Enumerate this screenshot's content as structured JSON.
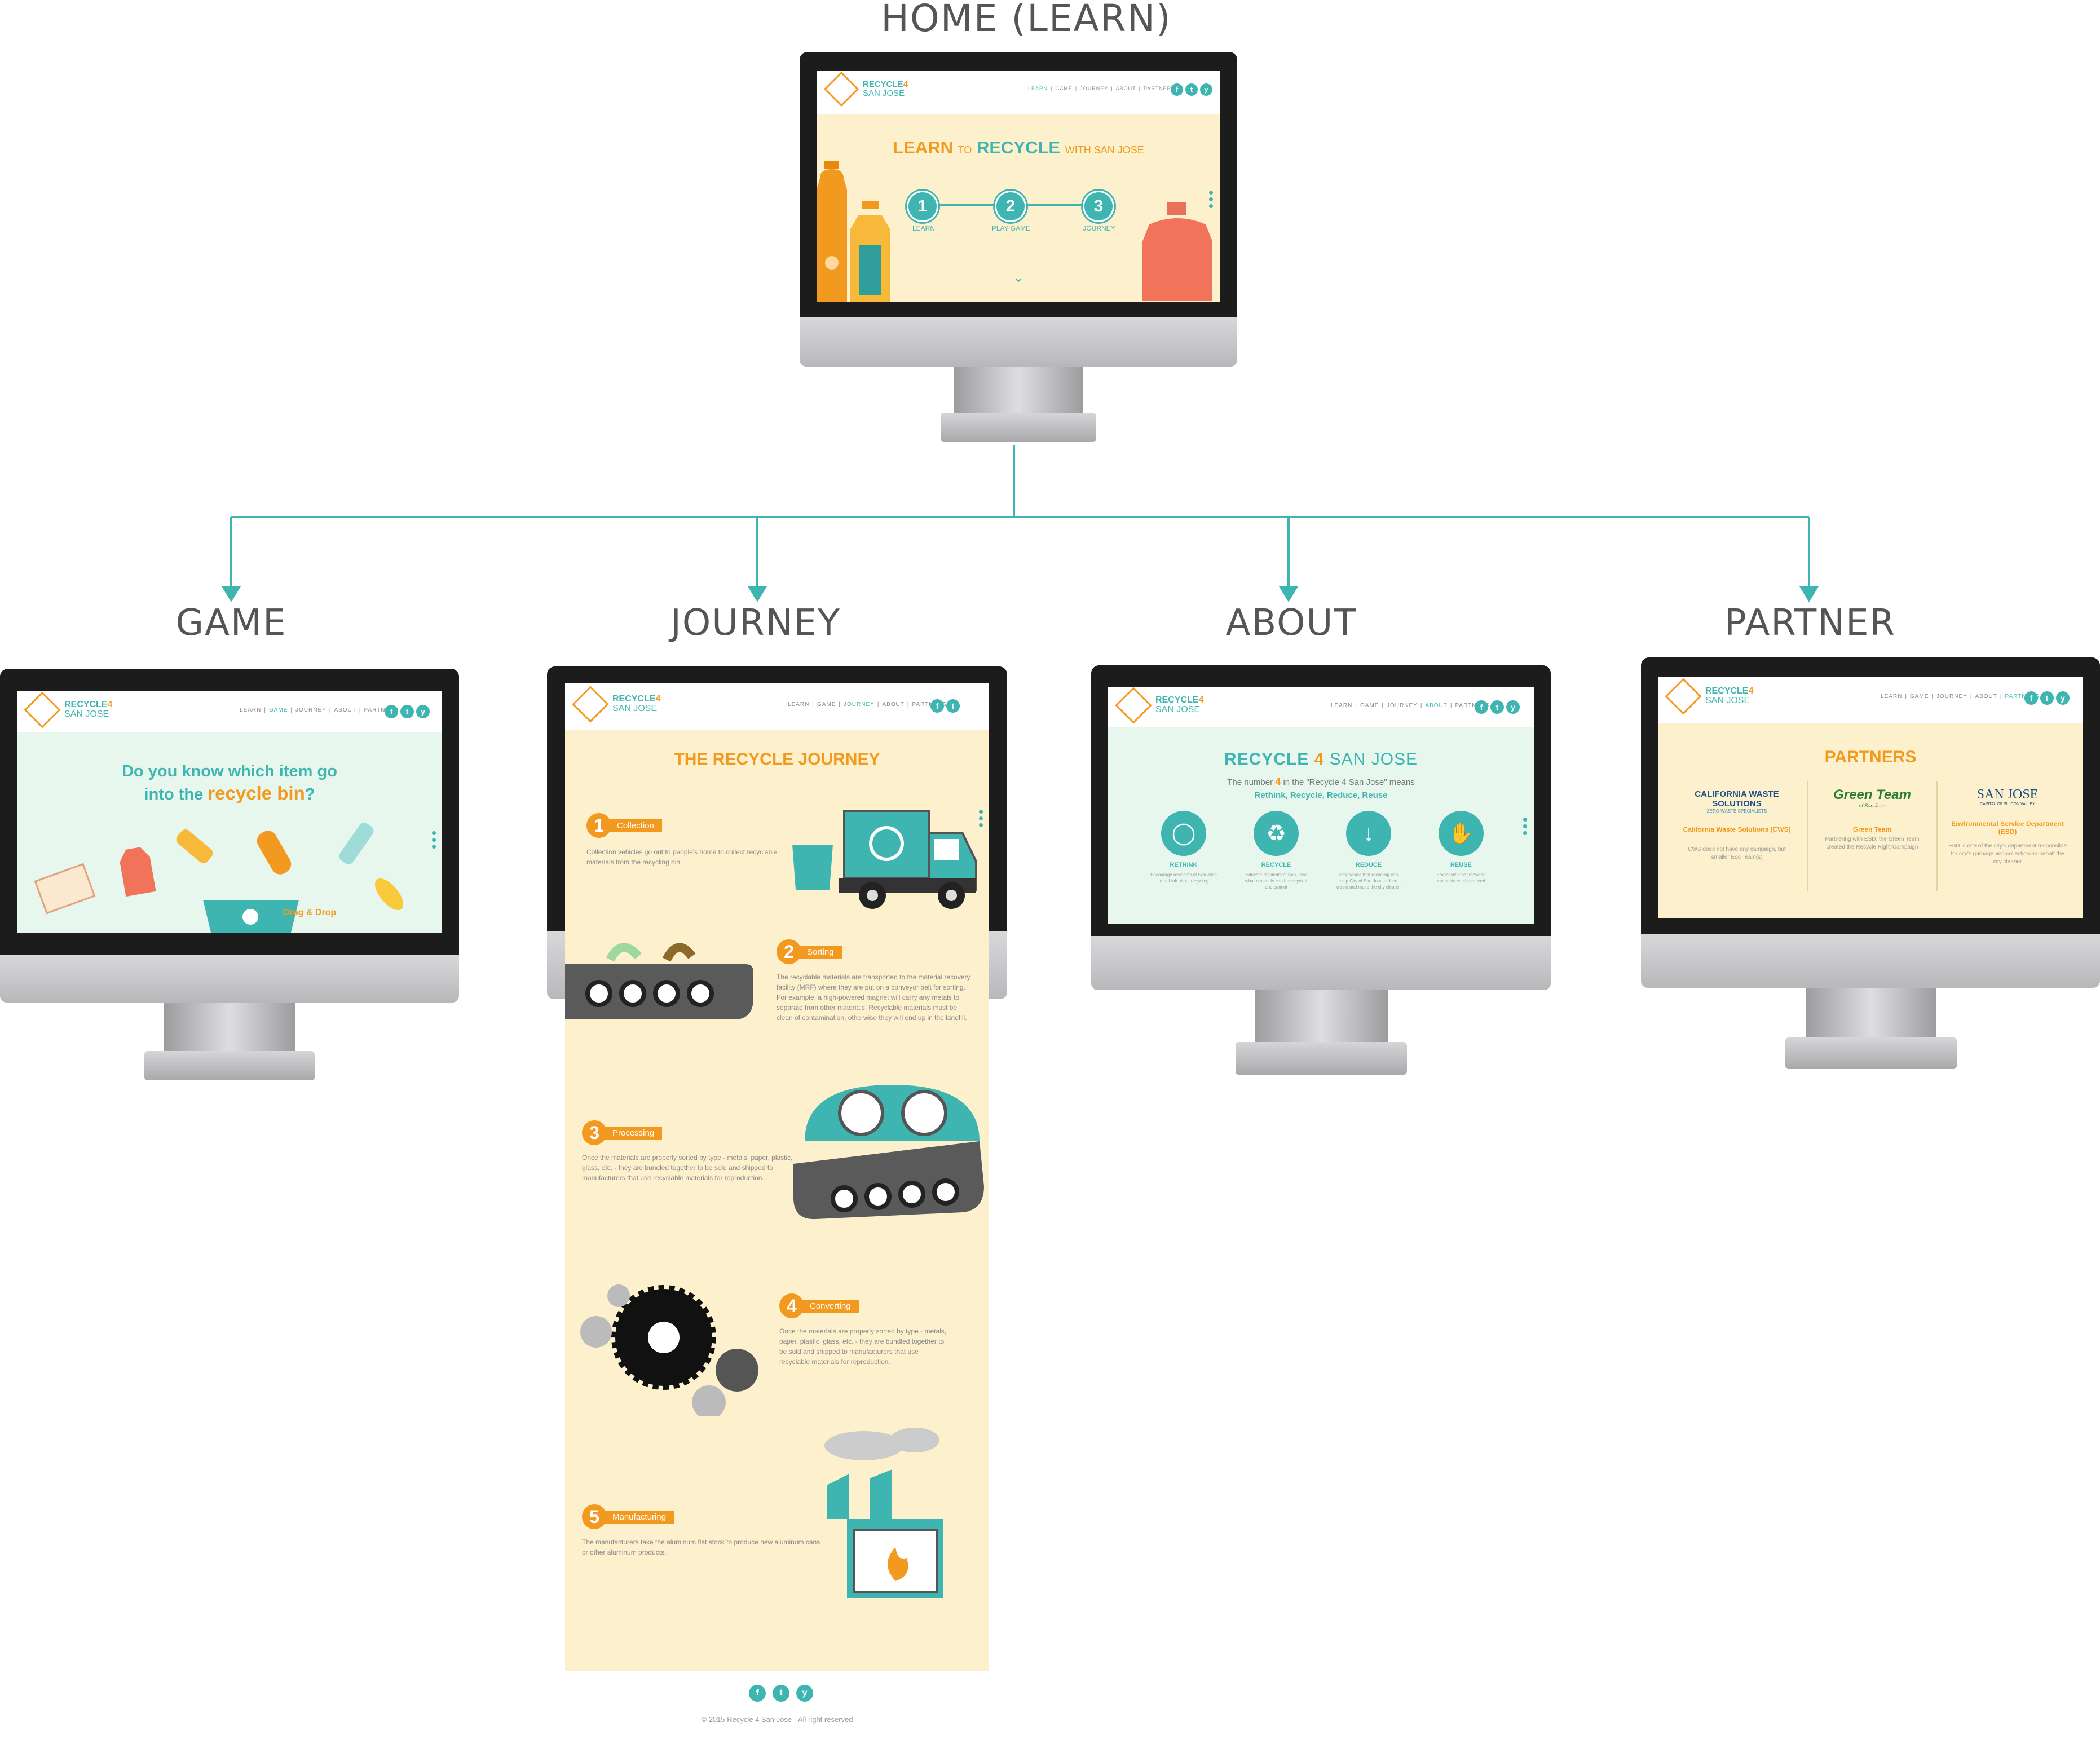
{
  "sections": {
    "home": "HOME (LEARN)",
    "game": "GAME",
    "journey": "JOURNEY",
    "about": "ABOUT",
    "partner": "PARTNER"
  },
  "brand": {
    "line1": "RECYCLE",
    "num": "4",
    "line2": "SAN JOSE"
  },
  "nav": [
    "LEARN",
    "GAME",
    "JOURNEY",
    "ABOUT",
    "PARTNERS"
  ],
  "social": [
    "f",
    "t",
    "y"
  ],
  "home": {
    "title_learn": "LEARN",
    "title_to": "TO",
    "title_recycle": "RECYCLE",
    "title_with": "WITH SAN JOSE",
    "steps": [
      {
        "num": "1",
        "label": "LEARN"
      },
      {
        "num": "2",
        "label": "PLAY GAME"
      },
      {
        "num": "3",
        "label": "JOURNEY"
      }
    ]
  },
  "game": {
    "q1": "Do you know which item go",
    "q2a": "into the",
    "q2b": "recycle bin",
    "q2c": "?",
    "drag": "Drag & Drop"
  },
  "journey": {
    "title": "THE RECYCLE JOURNEY",
    "steps": [
      {
        "num": "1",
        "label": "Collection",
        "text": "Collection vehicles go out to people's home to collect recyclable materials from the recycling bin."
      },
      {
        "num": "2",
        "label": "Sorting",
        "text": "The recyclable materials are transported to the material recovery facility (MRF) where they are put on a conveyor belt for sorting. For example, a high-powered magnet will carry any metals to separate from other materials. Recyclable materials must be clean of contamination, otherwise they will end up in the landfill."
      },
      {
        "num": "3",
        "label": "Processing",
        "text": "Once the materials are properly sorted by type - metals, paper, plastic, glass, etc. - they are bundled together to be sold and shipped to manufacturers that use recyclable materials for reproduction."
      },
      {
        "num": "4",
        "label": "Converting",
        "text": "Once the materials are properly sorted by type - metals, paper, plastic, glass, etc. - they are bundled together to be sold and shipped to manufacturers that use recyclable materials for reproduction."
      },
      {
        "num": "5",
        "label": "Manufacturing",
        "text": "The manufacturers take the aluminum flat stock to produce new aluminum cans or other aluminum products."
      }
    ],
    "footer": "2015 Recycle 4 San Jose - All right reserved"
  },
  "about": {
    "title_a": "RECYCLE",
    "title_num": "4",
    "title_b": "SAN JOSE",
    "sub_pre": "The number",
    "sub_num": "4",
    "sub_post": "in the \"Recycle 4 San Jose\" means",
    "sub2": "Rethink, Recycle, Reduce, Reuse",
    "items": [
      {
        "label": "RETHINK",
        "text": "Encourage residents of San Jose to rethink about recycling"
      },
      {
        "label": "RECYCLE",
        "text": "Educate residents of San Jose what materials can be recycled and cannot"
      },
      {
        "label": "REDUCE",
        "text": "Emphasize that recycling can help City of San Jose reduce waste and make the city cleaner"
      },
      {
        "label": "REUSE",
        "text": "Emphasize that recycled materials can be reused"
      }
    ]
  },
  "partner": {
    "title": "PARTNERS",
    "items": [
      {
        "logo": "CALIFORNIA WASTE SOLUTIONS",
        "logo_sub": "ZERO WASTE SPECIALISTS",
        "name": "California Waste Solutions (CWS)",
        "text": "CWS does not have any campaign, but smaller Eco Team(s)"
      },
      {
        "logo": "Green Team",
        "logo_sub": "of San Jose",
        "name": "Green Team",
        "text": "Partnering with ESD, the Green Team created the Recycle Right Campaign"
      },
      {
        "logo": "SAN JOSE",
        "logo_sub": "CAPITAL OF SILICON VALLEY",
        "name": "Environmental Service Department (ESD)",
        "text": "ESD is one of the city's department responsible for city's garbage and collection on-behalf the city cleaner"
      }
    ]
  },
  "colors": {
    "teal": "#3fb5b1",
    "orange": "#f29a1f",
    "cream": "#fdf1cd",
    "mint": "#e8f7ee",
    "connector": "#3fb5b1"
  }
}
